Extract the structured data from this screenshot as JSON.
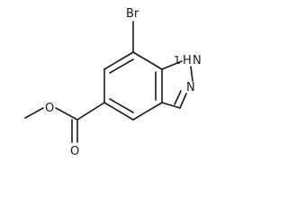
{
  "structure": {
    "atoms": {
      "bromine": "Br",
      "nh_label": "H",
      "nh_nitrogen": "N",
      "ring_nitrogen": "N",
      "carbonyl_oxygen": "O",
      "ester_oxygen": "O"
    },
    "nh_index": "1"
  },
  "colors": {
    "bond": "#1a1a1a",
    "background": "#ffffff"
  }
}
